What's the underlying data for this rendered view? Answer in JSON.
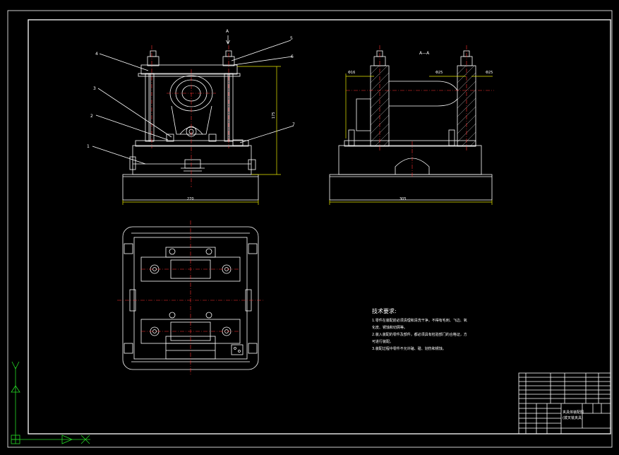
{
  "section_label": "A—A",
  "view_arrow_label": "A",
  "callouts": [
    "1",
    "2",
    "3",
    "4",
    "5",
    "6",
    "7"
  ],
  "dimensions": {
    "front_width": "270",
    "front_height": "175",
    "side_width": "305",
    "side_d1": "Φ16",
    "side_d2": "Φ25",
    "side_d3": "Φ25"
  },
  "notes": {
    "title": "技术要求:",
    "lines": [
      "1.零件在装配前必须清理和清洗干净，不得有毛刺、飞边、氧",
      "  化皮、锈蚀和切屑等。",
      "2.装入装配的零件及部件，都必须具有检验部门的合格证，方",
      "  可进行装配。",
      "3.装配过程中零件不允许磕、碰、划伤和锈蚀。"
    ]
  },
  "title_block": {
    "title_line1": "夹具体装配图",
    "title_line2": "(拨叉铣夹具)"
  },
  "colors": {
    "background": "#000000",
    "outline": "#ffffff",
    "centerline": "#ff3030",
    "dimension": "#e8e800",
    "ucs_icon": "#26d926"
  },
  "icons": [
    "ucs-axis-icon"
  ]
}
